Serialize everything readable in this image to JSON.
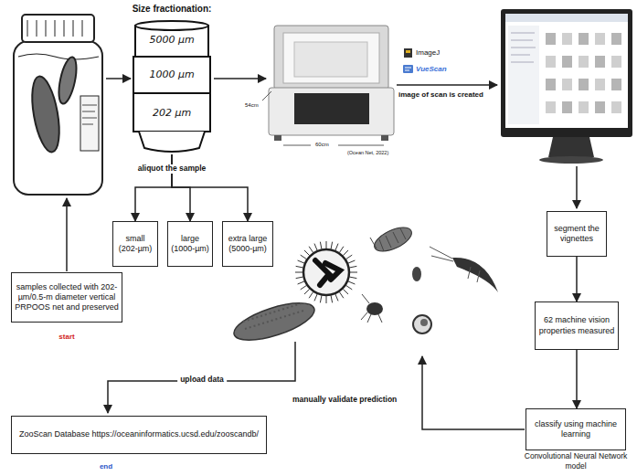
{
  "diagram": {
    "nodes": [
      {
        "text": [
          "Size fractionation:",
          "5000 µm",
          "1000 µm",
          "202 µm"
        ]
      },
      {
        "text": [
          "segment the vignettes"
        ]
      },
      {
        "text": [
          "small (202-µm)"
        ]
      },
      {
        "text": [
          "large (1000-µm)"
        ]
      },
      {
        "text": [
          "extra large (5000-µm)"
        ]
      },
      {
        "text": [
          "samples collected with 202-µm/0.5-m diameter vertical PRPOOS net and preserved"
        ]
      },
      {
        "text": [
          "62 machine vision properties measured"
        ]
      },
      {
        "text": [
          "classify using machine learning",
          "Convolutional Neural Network model"
        ]
      },
      {
        "text": [
          "ZooScan Database https://oceaninformatics.ucsd.edu/zooscandb/"
        ]
      }
    ],
    "edges": [
      {
        "from": 0,
        "to": 2,
        "arrow": "to"
      },
      {
        "from": 0,
        "to": 3,
        "label": "aliquot the sample",
        "arrow": "to"
      },
      {
        "from": 0,
        "to": 4,
        "arrow": "to"
      },
      {
        "from": 1,
        "to": 6,
        "arrow": "to"
      },
      {
        "from": 6,
        "to": 7,
        "arrow": "to"
      }
    ],
    "labels": [
      "ImageJ",
      "VueScan",
      "image of scan is created",
      "54cm",
      "60cm",
      "(Ocean Net, 2022)",
      "start",
      "manually validate prediction",
      "upload data",
      "end"
    ]
  }
}
